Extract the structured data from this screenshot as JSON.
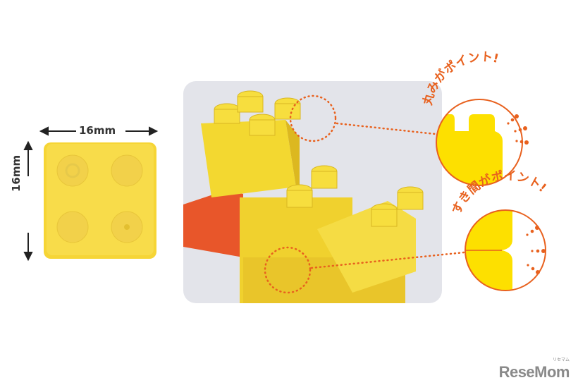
{
  "dimensions": {
    "width_label": "16mm",
    "height_label": "16mm"
  },
  "callouts": [
    {
      "label": "丸みがポイント!"
    },
    {
      "label": "すき間がポイント!"
    }
  ],
  "logo": {
    "text": "ReseMom",
    "ruby": "リセマム"
  },
  "colors": {
    "accent": "#e8611e",
    "brick": "#f5d400",
    "photo_bg": "#e3e4ea"
  }
}
